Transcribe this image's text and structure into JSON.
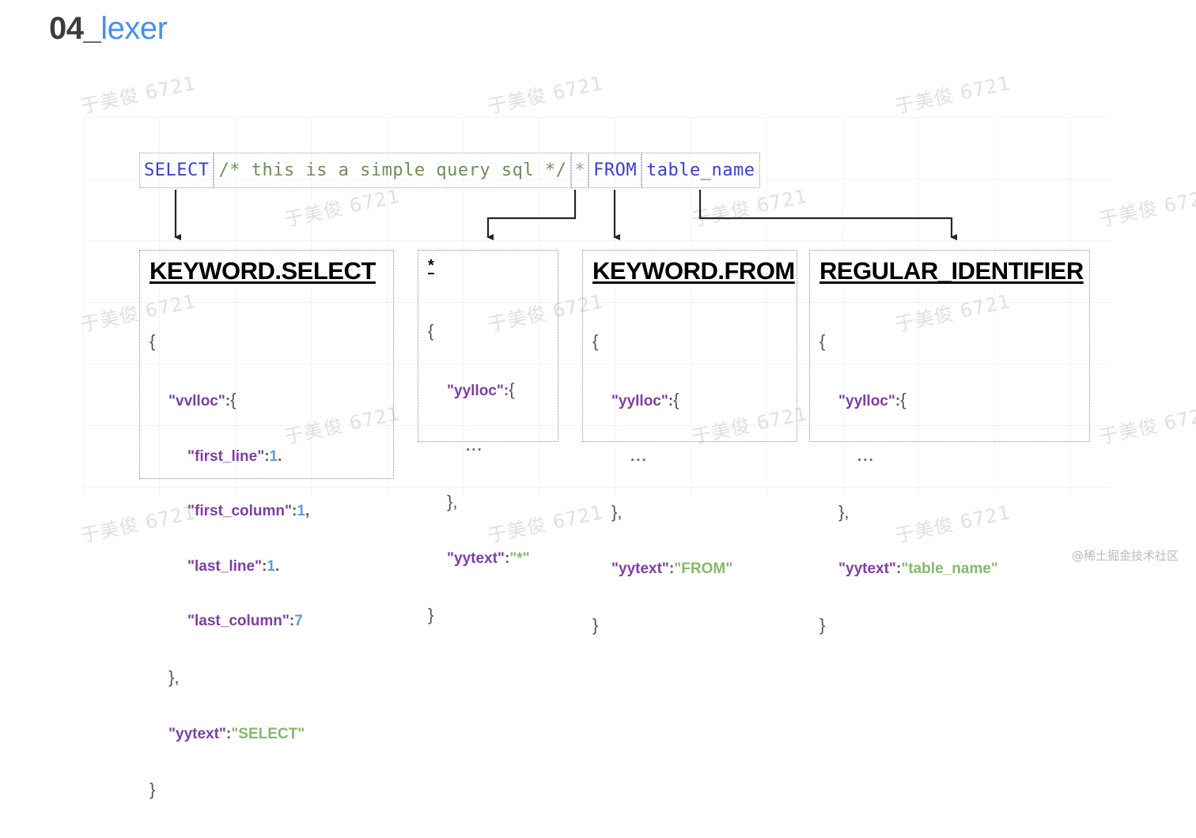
{
  "title": {
    "number": "04_",
    "word": "lexer"
  },
  "colors": {
    "title_number": "#3c3c3c",
    "title_word": "#4a90e8",
    "keyword": "#3a40c8",
    "comment": "#6d8f56",
    "json_key": "#7e3f9d",
    "json_string": "#86b86a",
    "json_number": "#5f9de0",
    "box_border": "#8c8c8c"
  },
  "source_line": {
    "tokens": [
      {
        "id": "select",
        "text": "SELECT",
        "kind": "keyword"
      },
      {
        "id": "comment",
        "text": "/* this is a simple query sql */",
        "kind": "comment"
      },
      {
        "id": "star",
        "text": "*",
        "kind": "operator"
      },
      {
        "id": "from",
        "text": "FROM",
        "kind": "keyword"
      },
      {
        "id": "table_name",
        "text": "table_name",
        "kind": "identifier"
      }
    ]
  },
  "cards": [
    {
      "id": "select",
      "title": "KEYWORD.SELECT",
      "json": {
        "open": "{",
        "key_loc": "\"vvlloc\"",
        "colon": ":",
        "loc_open": "{",
        "fields": [
          {
            "key": "\"first_line\"",
            "colon": ":",
            "value": "1",
            "tail": "."
          },
          {
            "key": "\"first_column\"",
            "colon": ":",
            "value": "1",
            "tail": ","
          },
          {
            "key": "\"last_line\"",
            "colon": ":",
            "value": "1",
            "tail": "."
          },
          {
            "key": "\"last_column\"",
            "colon": ":",
            "value": "7",
            "tail": ""
          }
        ],
        "loc_close": "},",
        "key_text": "\"yytext\"",
        "text_colon": ":",
        "text_value": "\"SELECT\"",
        "close": "}"
      }
    },
    {
      "id": "star",
      "title": "*",
      "json": {
        "open": "{",
        "key_loc": "\"yylloc\"",
        "colon": ":",
        "loc_open": "{",
        "ellipsis": "...",
        "loc_close": "},",
        "key_text": "\"yytext\"",
        "text_colon": ":",
        "text_value": "\"*\"",
        "close": "}"
      }
    },
    {
      "id": "from",
      "title": "KEYWORD.FROM",
      "json": {
        "open": "{",
        "key_loc": "\"yylloc\"",
        "colon": ":",
        "loc_open": "{",
        "ellipsis": "...",
        "loc_close": "},",
        "key_text": "\"yytext\"",
        "text_colon": ":",
        "text_value": "\"FROM\"",
        "close": "}"
      }
    },
    {
      "id": "identifier",
      "title": "REGULAR_IDENTIFIER",
      "json": {
        "open": "{",
        "key_loc": "\"yylloc\"",
        "colon": ":",
        "loc_open": "{",
        "ellipsis": "...",
        "loc_close": "},",
        "key_text": "\"yytext\"",
        "text_colon": ":",
        "text_value": "\"table_name\"",
        "close": "}"
      }
    }
  ],
  "watermarks": {
    "tile_text": "于美俊 6721",
    "credit": "@稀土掘金技术社区"
  }
}
